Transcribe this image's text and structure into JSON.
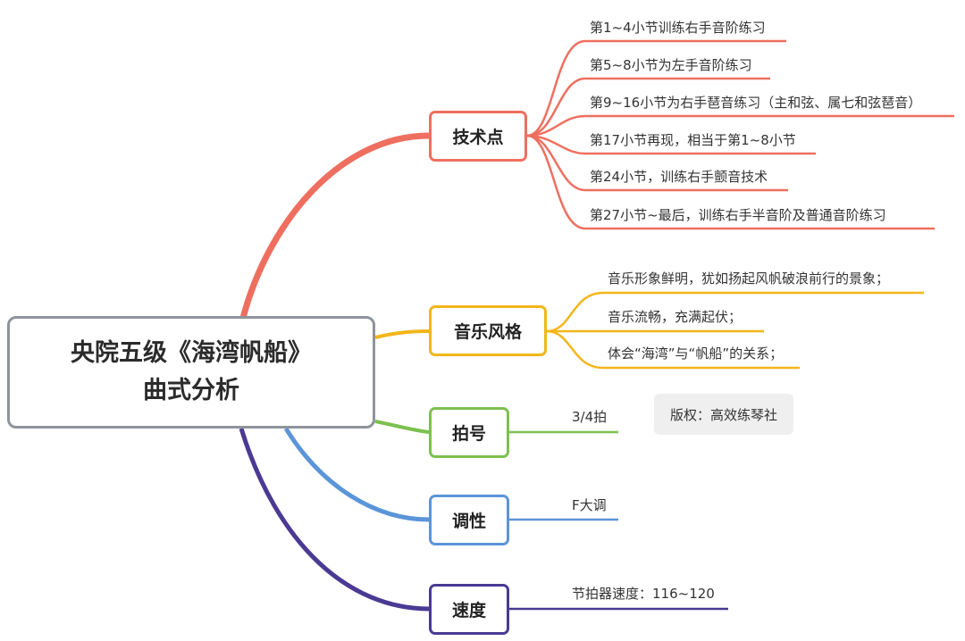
{
  "root": {
    "title_line1": "央院五级《海湾帆船》",
    "title_line2": "曲式分析"
  },
  "branches": [
    {
      "label": "技术点",
      "color": "#ee6f5f",
      "leaves": [
        "第1~4小节训练右手音阶练习",
        "第5~8小节为左手音阶练习",
        "第9~16小节为右手琶音练习（主和弦、属七和弦琶音）",
        "第17小节再现，相当于第1~8小节",
        "第24小节，训练右手颤音技术",
        "第27小节~最后，训练右手半音阶及普通音阶练习"
      ]
    },
    {
      "label": "音乐风格",
      "color": "#f2b61b",
      "leaves": [
        "音乐形象鲜明，犹如扬起风帆破浪前行的景象；",
        "音乐流畅，充满起伏；",
        "体会“海湾”与“帆船”的关系；"
      ]
    },
    {
      "label": "拍号",
      "color": "#7cc04f",
      "leaves": [
        "3/4拍"
      ]
    },
    {
      "label": "调性",
      "color": "#5b95d8",
      "leaves": [
        "F大调"
      ]
    },
    {
      "label": "速度",
      "color": "#4a3a93",
      "leaves": [
        "节拍器速度：116~120"
      ]
    }
  ],
  "note": "版权：高效练琴社",
  "root_border_color": "#8e949c"
}
